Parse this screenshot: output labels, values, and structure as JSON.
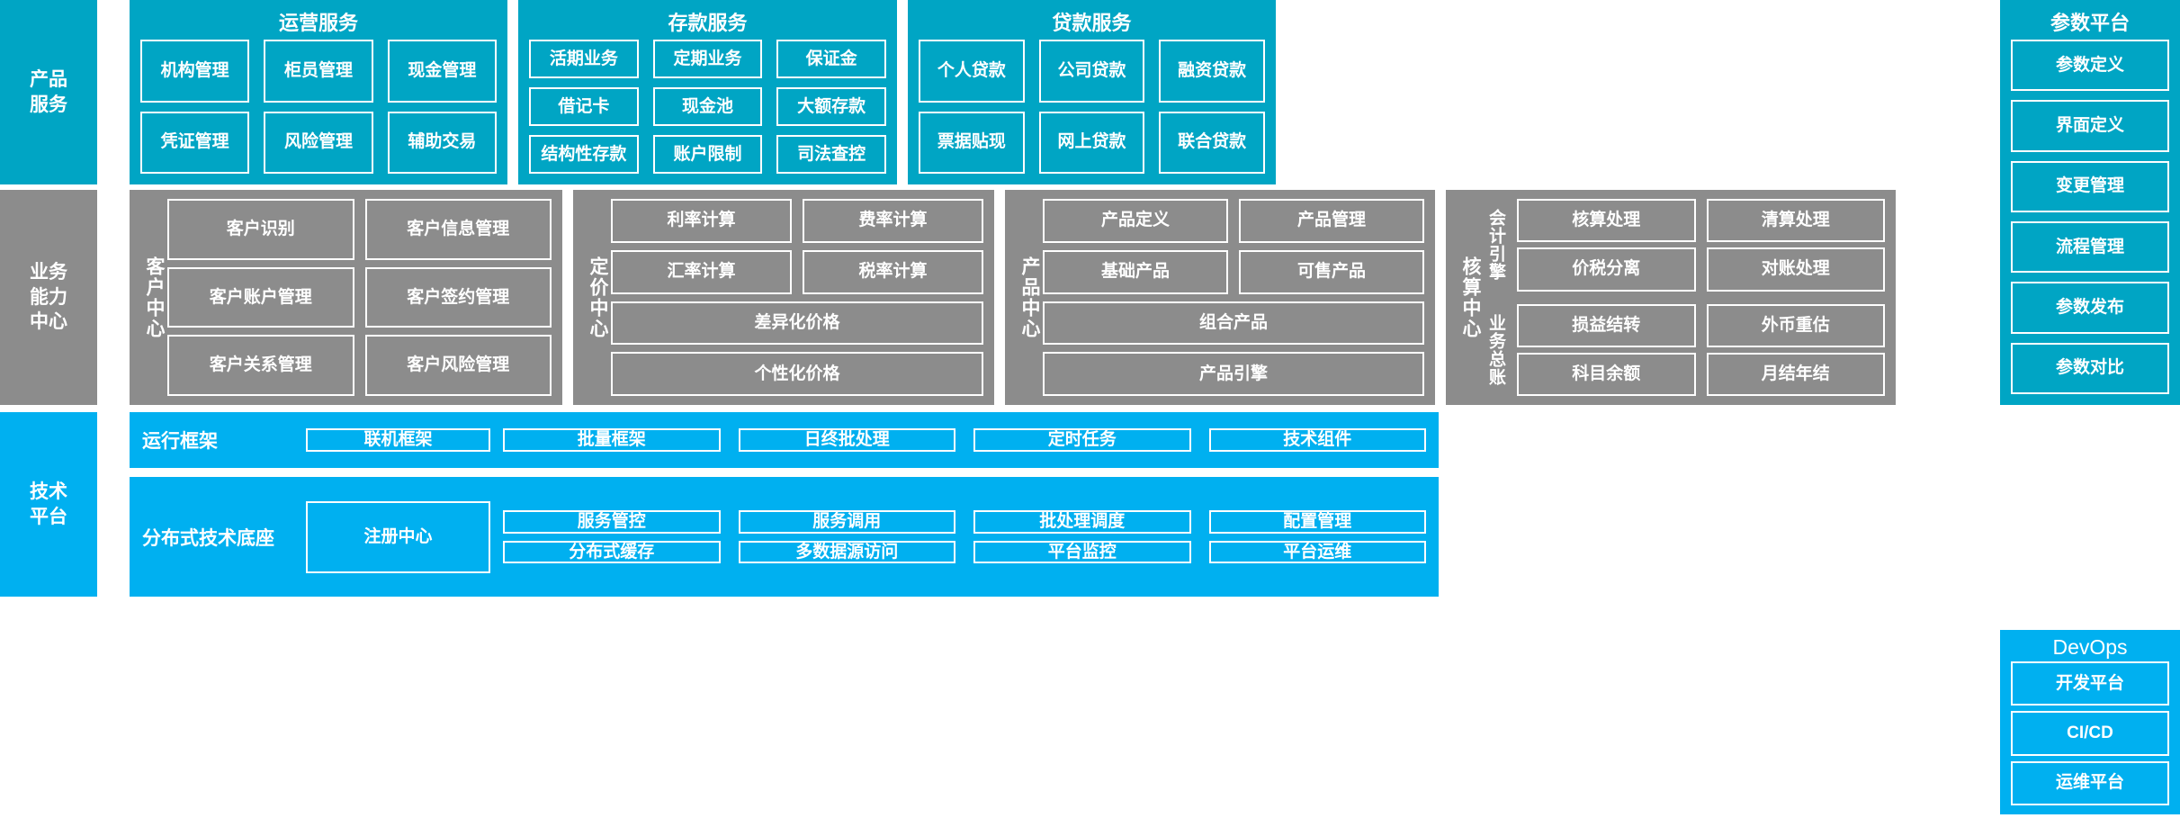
{
  "colors": {
    "teal": "#00a5c4",
    "gray": "#8c8c8c",
    "blue": "#00b0f0",
    "tile_border": "#ffffff",
    "text": "#ffffff"
  },
  "layers": {
    "product_service": {
      "rail_label": "产品\n服务",
      "groups": [
        {
          "title": "运营服务",
          "tiles": [
            "机构管理",
            "柜员管理",
            "现金管理",
            "凭证管理",
            "风险管理",
            "辅助交易"
          ]
        },
        {
          "title": "存款服务",
          "tiles": [
            "活期业务",
            "定期业务",
            "保证金",
            "借记卡",
            "现金池",
            "大额存款",
            "结构性存款",
            "账户限制",
            "司法查控"
          ]
        },
        {
          "title": "贷款服务",
          "tiles": [
            "个人贷款",
            "公司贷款",
            "融资贷款",
            "票据贴现",
            "网上贷款",
            "联合贷款"
          ]
        }
      ]
    },
    "business_capability": {
      "rail_label": "业务\n能力\n中心",
      "centers": [
        {
          "name": "客户中心",
          "tiles": [
            "客户识别",
            "客户信息管理",
            "客户账户管理",
            "客户签约管理",
            "客户关系管理",
            "客户风险管理"
          ]
        },
        {
          "name": "定价中心",
          "tiles": [
            "利率计算",
            "费率计算",
            "汇率计算",
            "税率计算"
          ],
          "wide_tiles": [
            "差异化价格",
            "个性化价格"
          ]
        },
        {
          "name": "产品中心",
          "tiles": [
            "产品定义",
            "产品管理",
            "基础产品",
            "可售产品"
          ],
          "wide_tiles": [
            "组合产品",
            "产品引擎"
          ]
        },
        {
          "name": "核算中心",
          "subgroups": [
            {
              "name": "会计引擎",
              "tiles": [
                "核算处理",
                "清算处理",
                "价税分离",
                "对账处理"
              ]
            },
            {
              "name": "业务总账",
              "tiles": [
                "损益结转",
                "外币重估",
                "科目余额",
                "月结年结"
              ]
            }
          ]
        }
      ]
    },
    "technical_platform": {
      "rail_label": "技术\n平台",
      "rows": [
        {
          "label": "运行框架",
          "primary": "联机框架",
          "tiles": [
            "批量框架",
            "日终批处理",
            "定时任务",
            "技术组件"
          ]
        },
        {
          "label": "分布式技术底座",
          "primary": "注册中心",
          "tiles_top": [
            "服务管控",
            "服务调用",
            "批处理调度",
            "配置管理"
          ],
          "tiles_bottom": [
            "分布式缓存",
            "多数据源访问",
            "平台监控",
            "平台运维"
          ]
        }
      ]
    }
  },
  "side_platforms": {
    "parameter_platform": {
      "title": "参数平台",
      "items": [
        "参数定义",
        "界面定义",
        "变更管理",
        "流程管理",
        "参数发布",
        "参数对比"
      ]
    },
    "devops": {
      "title": "DevOps",
      "items": [
        "开发平台",
        "CI/CD",
        "运维平台"
      ]
    }
  }
}
